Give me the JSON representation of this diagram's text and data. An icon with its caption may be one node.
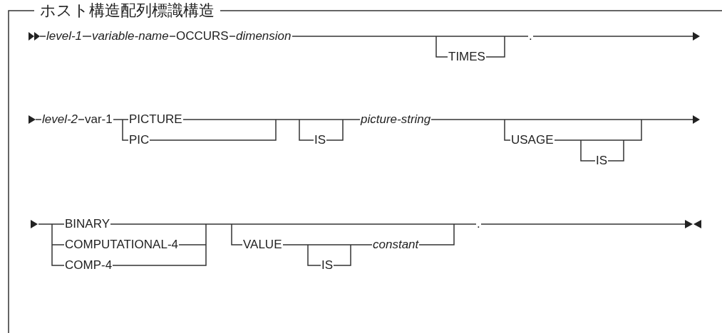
{
  "diagram": {
    "title": "ホスト構造配列標識構造",
    "labels": [
      "level-1",
      "variable-name",
      "OCCURS",
      "dimension",
      "TIMES",
      ".",
      "level-2",
      "var-1",
      "PICTURE",
      "PIC",
      "IS",
      "picture-string",
      "USAGE",
      "IS",
      "BINARY",
      "COMPUTATIONAL-4",
      "COMP-4",
      "VALUE",
      "IS",
      "constant",
      "."
    ]
  }
}
